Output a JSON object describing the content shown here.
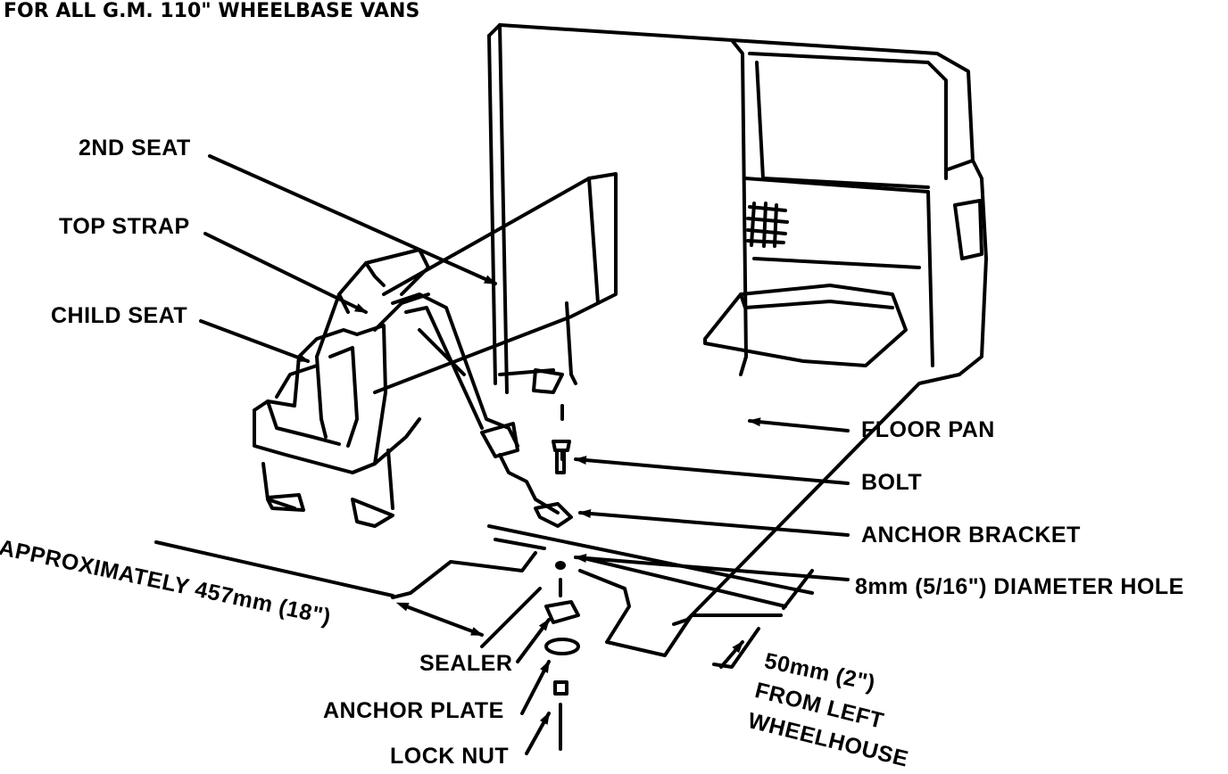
{
  "title": "FOR ALL G.M. 110\" WHEELBASE VANS",
  "labels": {
    "second_seat": "2ND SEAT",
    "top_strap": "TOP STRAP",
    "child_seat": "CHILD SEAT",
    "floor_pan": "FLOOR PAN",
    "bolt": "BOLT",
    "anchor_bracket": "ANCHOR BRACKET",
    "hole": "8mm (5/16\") DIAMETER HOLE",
    "approx": "APPROXIMATELY 457mm (18\")",
    "sealer": "SEALER",
    "anchor_plate": "ANCHOR PLATE",
    "lock_nut": "LOCK NUT",
    "from_wheelhouse_1": "50mm (2\")",
    "from_wheelhouse_2": "FROM LEFT",
    "from_wheelhouse_3": "WHEELHOUSE"
  }
}
